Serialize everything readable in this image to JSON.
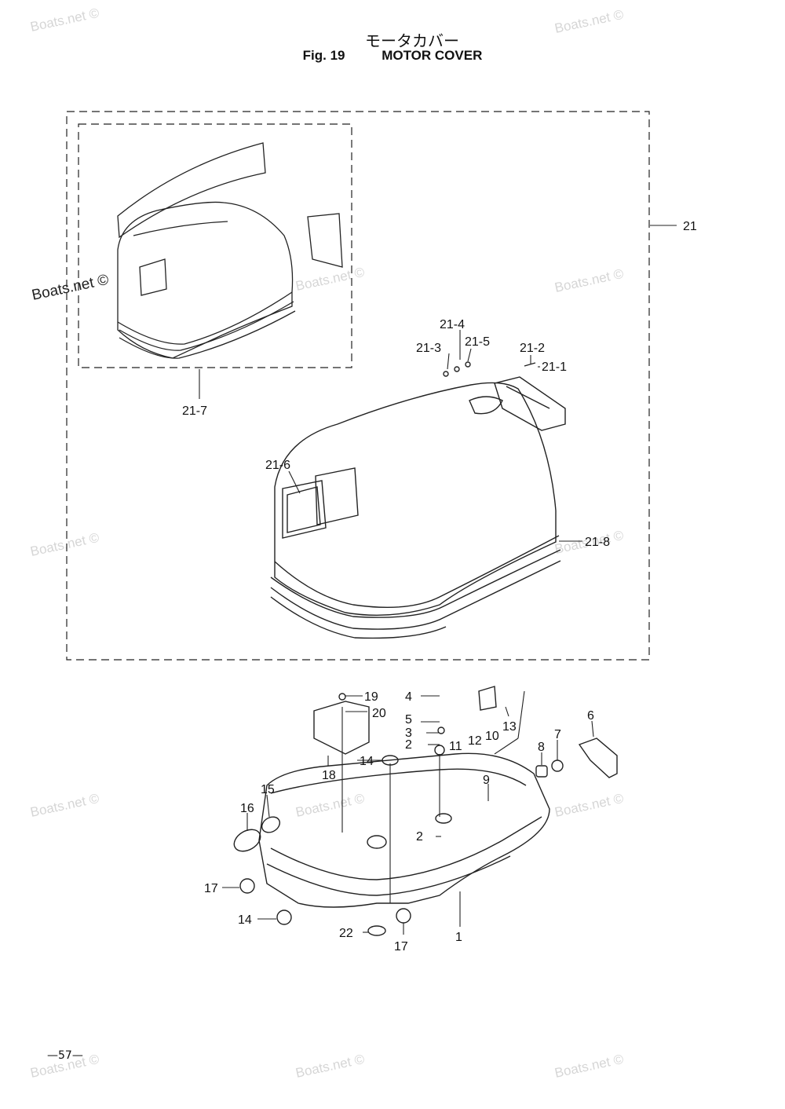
{
  "title_jp": "モータカバー",
  "fig_label": "Fig. 19",
  "title_en": "MOTOR COVER",
  "page_number": "—57—",
  "watermark": "Boats.net ©",
  "callouts": [
    "21",
    "21-7",
    "21-4",
    "21-3",
    "21-5",
    "21-2",
    "21-1",
    "21-6",
    "21-8",
    "19",
    "20",
    "4",
    "5",
    "3",
    "2",
    "11",
    "12",
    "10",
    "13",
    "6",
    "7",
    "8",
    "18",
    "14",
    "9",
    "15",
    "16",
    "2",
    "17",
    "14",
    "22",
    "17",
    "1"
  ]
}
